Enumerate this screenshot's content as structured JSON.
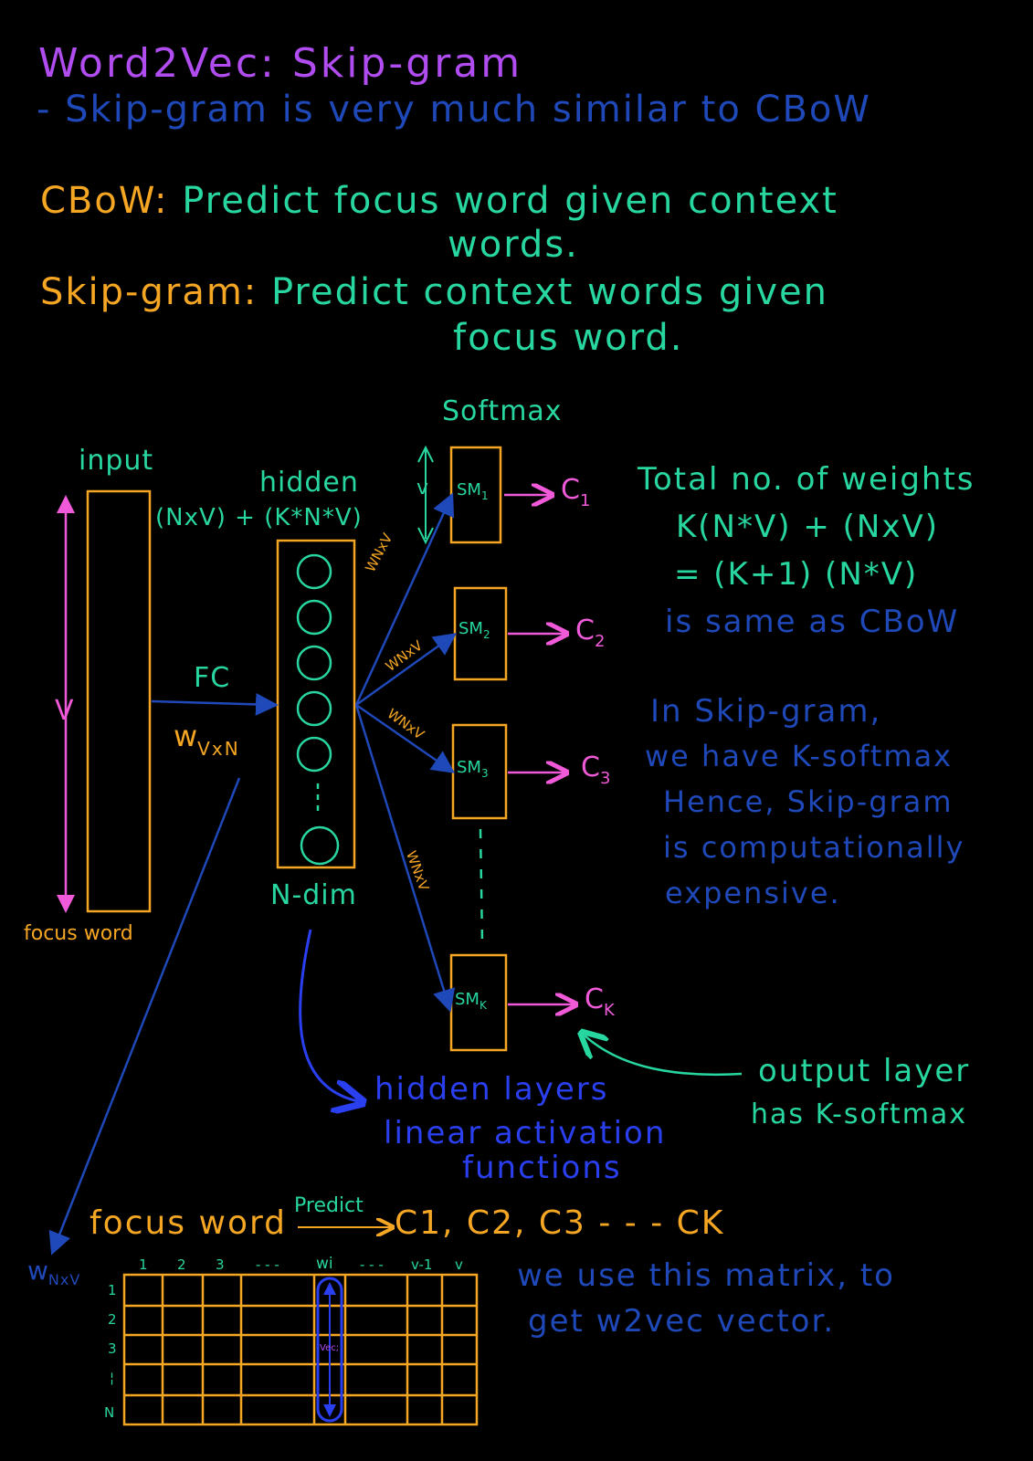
{
  "title": "Word2Vec: Skip-gram",
  "subtitle": "- Skip-gram is very much similar to CBoW",
  "cbow": {
    "label": "CBoW:",
    "text": "Predict focus word given context",
    "text2": "words."
  },
  "skipgram": {
    "label": "Skip-gram:",
    "text": "Predict context words given",
    "text2": "focus word."
  },
  "diagram": {
    "softmax": "Softmax",
    "input": "input",
    "hidden": "hidden",
    "param_count": "(NxV) + (K*N*V)",
    "v_small": "v",
    "v_axis": "V",
    "fc": "FC",
    "w_vxn_main": "w",
    "w_vxn_sub": "VxN",
    "focus_word": "focus word",
    "n_dim": "N-dim",
    "w_nxv": "WNxV",
    "sm": [
      {
        "label": "SM",
        "sub": "1",
        "out": "C",
        "out_sub": "1"
      },
      {
        "label": "SM",
        "sub": "2",
        "out": "C",
        "out_sub": "2"
      },
      {
        "label": "SM",
        "sub": "3",
        "out": "C",
        "out_sub": "3"
      },
      {
        "label": "SM",
        "sub": "K",
        "out": "C",
        "out_sub": "K"
      }
    ]
  },
  "weights_note": [
    "Total no. of weights",
    "K(N*V) + (NxV)",
    "= (K+1) (N*V)",
    "is same as CBoW"
  ],
  "skip_note": [
    "In Skip-gram,",
    "we have K-softmax",
    "Hence, Skip-gram",
    "is computationally",
    "expensive."
  ],
  "hidden_note": [
    "hidden layers",
    "linear activation",
    "functions"
  ],
  "output_note": [
    "output layer",
    "has K-softmax"
  ],
  "predict_line": {
    "focus": "focus word",
    "predict": "Predict",
    "targets": "C1, C2, C3 - - - CK"
  },
  "matrix": {
    "label_main": "w",
    "label_sub": "NxV",
    "col_labels": [
      "1",
      "2",
      "3",
      "- - -",
      "wi",
      "- - -",
      "v-1",
      "v"
    ],
    "row_labels": [
      "1",
      "2",
      "3",
      "¦",
      "N"
    ],
    "vec_label": "Vec;"
  },
  "matrix_note": [
    "we use this matrix, to",
    "get w2vec vector."
  ]
}
